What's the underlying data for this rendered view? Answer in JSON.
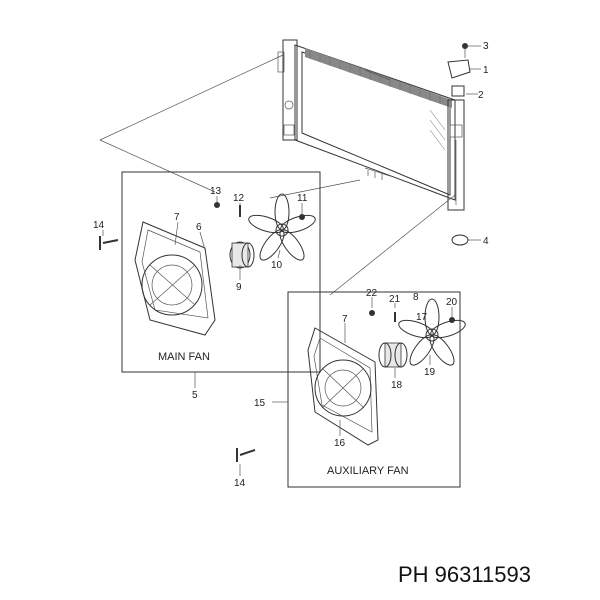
{
  "callouts": [
    "1",
    "2",
    "3",
    "4",
    "5",
    "6",
    "7",
    "8",
    "9",
    "10",
    "11",
    "12",
    "13",
    "14",
    "15",
    "16",
    "17",
    "18",
    "19",
    "20",
    "21",
    "22"
  ],
  "labels": {
    "main_fan": "MAIN FAN",
    "auxiliary_fan": "AUXILIARY FAN",
    "part_number": "PH 96311593"
  }
}
